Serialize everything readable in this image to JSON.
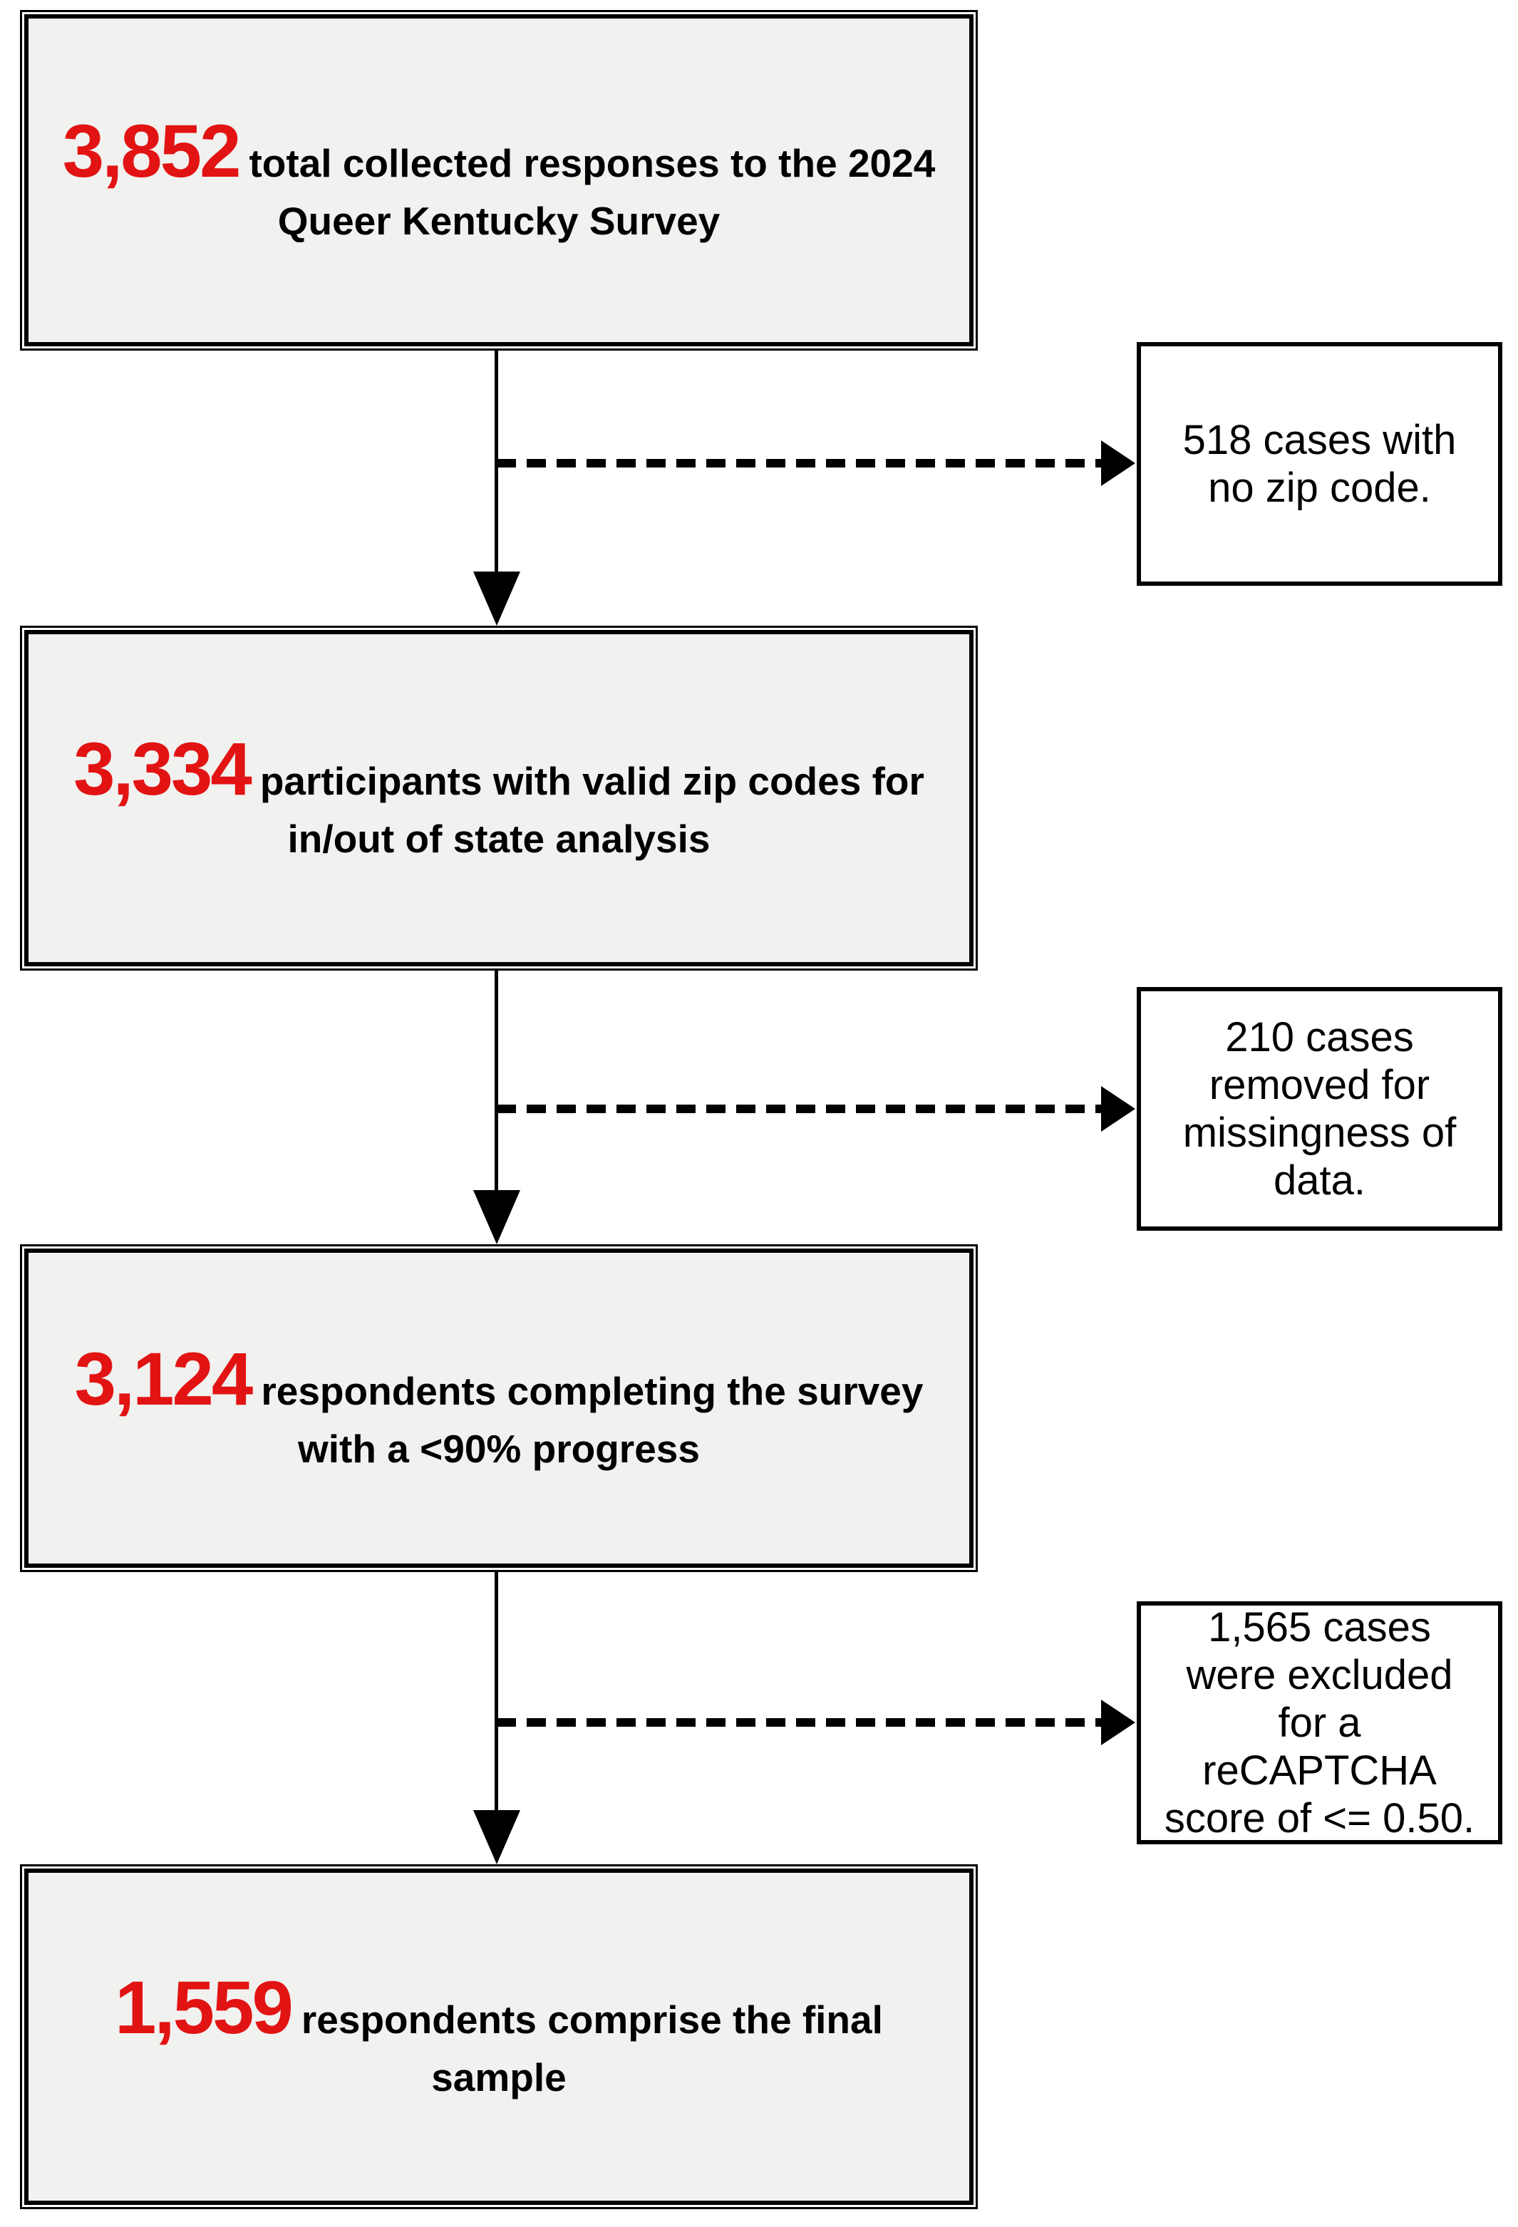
{
  "colors": {
    "accent_red": "#e21313",
    "box_fill": "#f1f1ef",
    "line_black": "#000000"
  },
  "flow_boxes": [
    {
      "number": "3,852",
      "line1": "total collected responses to the 2024",
      "line2": "Queer Kentucky Survey"
    },
    {
      "number": "3,334",
      "line1": "participants with valid zip codes for",
      "line2": "in/out of state analysis"
    },
    {
      "number": "3,124",
      "line1": "respondents completing the survey",
      "line2": "with a <90% progress"
    },
    {
      "number": "1,559",
      "line1": "respondents comprise the final",
      "line2": "sample"
    }
  ],
  "exclusion_boxes": [
    {
      "lines": [
        "518 cases with",
        "no zip code."
      ]
    },
    {
      "lines": [
        "210 cases",
        "removed for",
        "missingness of",
        "data."
      ]
    },
    {
      "lines": [
        "1,565 cases",
        "were excluded",
        "for a",
        "reCAPTCHA",
        "score of <= 0.50."
      ]
    }
  ]
}
